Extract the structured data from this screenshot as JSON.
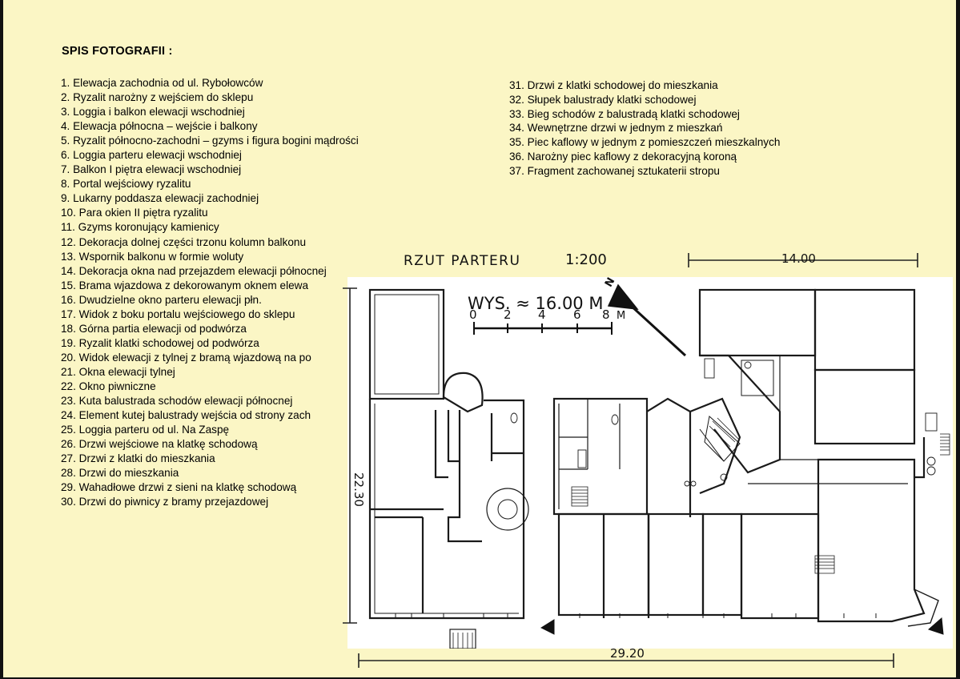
{
  "heading": "SPIS  FOTOGRAFII :",
  "items_left": [
    "1.  Elewacja zachodnia od ul. Rybołowców",
    "2.  Ryzalit narożny z wejściem do sklepu",
    "3.  Loggia i balkon elewacji wschodniej",
    "4.  Elewacja północna – wejście i balkony",
    "5.  Ryzalit północno-zachodni – gzyms i figura bogini mądrości",
    "6.  Loggia parteru elewacji wschodniej",
    "7.  Balkon I piętra elewacji wschodniej",
    "8.  Portal wejściowy ryzalitu",
    "9.  Lukarny poddasza elewacji zachodniej",
    "10. Para okien II piętra ryzalitu",
    "11. Gzyms koronujący kamienicy",
    "12. Dekoracja dolnej części trzonu kolumn balkonu",
    "13. Wspornik balkonu w formie woluty",
    "14. Dekoracja okna nad przejazdem elewacji północnej",
    "15. Brama wjazdowa z dekorowanym oknem elewa",
    "16. Dwudzielne okno parteru elewacji płn.",
    "17. Widok z boku portalu wejściowego do sklepu",
    "18. Górna partia elewacji od podwórza",
    "19. Ryzalit klatki schodowej od podwórza",
    "20. Widok elewacji z tylnej z bramą wjazdową na po",
    "21. Okna elewacji tylnej",
    "22. Okno piwniczne",
    "23. Kuta balustrada schodów elewacji północnej",
    "24. Element kutej balustrady wejścia od strony zach",
    "25. Loggia parteru od ul. Na Zaspę",
    "26. Drzwi wejściowe na klatkę schodową",
    "27. Drzwi z klatki do mieszkania",
    "28. Drzwi do mieszkania",
    "29. Wahadłowe drzwi z sieni na klatkę schodową",
    "30. Drzwi do piwnicy z bramy przejazdowej"
  ],
  "items_right": [
    "31.  Drzwi z klatki schodowej do mieszkania",
    "32.  Słupek balustrady klatki schodowej",
    "33.  Bieg schodów z balustradą klatki schodowej",
    "34.  Wewnętrzne drzwi w jednym z mieszkań",
    "35.  Piec kaflowy w jednym z pomieszczeń mieszkalnych",
    "36.  Narożny piec kaflowy z dekoracyjną koroną",
    "37.  Fragment zachowanej sztukaterii stropu"
  ],
  "plan": {
    "title": "RZUT  PARTERU",
    "scale": "1:200",
    "height_note": "WYS. ≈ 16.00 M",
    "scale_bar_labels": [
      "0",
      "2",
      "4",
      "6",
      "8"
    ],
    "scale_bar_unit": "M",
    "north_label": "N",
    "dim_top": "14.00",
    "dim_bottom": "29.20",
    "dim_left": "22.30"
  }
}
